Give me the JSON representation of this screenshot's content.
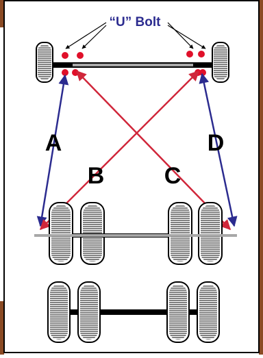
{
  "title": "“U” Bolt",
  "labels": {
    "a": "A",
    "b": "B",
    "c": "C",
    "d": "D"
  },
  "colors": {
    "frame": "#000000",
    "wood": "#8a4a24",
    "blue_arrow": "#2b2b8f",
    "red_arrow": "#d0263a",
    "bolt": "#e0102a",
    "axle_gray": "#a8a8a8",
    "tire_outline": "#000000",
    "tire_fill": "#ffffff",
    "title_color": "#2b2b8f"
  },
  "icons": [
    "u-bolt-icon",
    "tire-icon",
    "arrow-icon"
  ]
}
